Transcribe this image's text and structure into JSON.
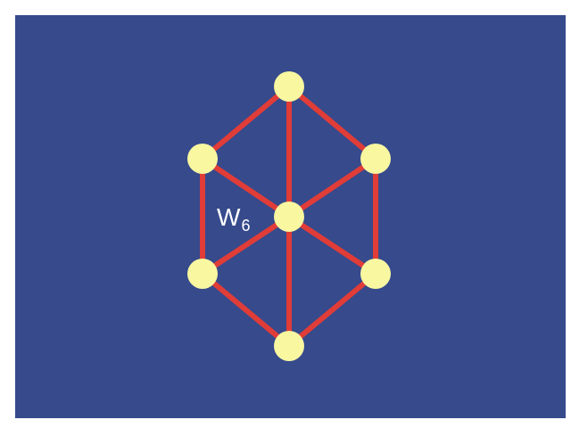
{
  "diagram": {
    "colors": {
      "background": "#364a8c",
      "edge": "#e03c38",
      "node": "#f9f7a0",
      "label": "#ffffff"
    },
    "label": {
      "base": "W",
      "subscript": "6"
    },
    "nodes": [
      {
        "id": "hub"
      },
      {
        "id": "top"
      },
      {
        "id": "upper-right"
      },
      {
        "id": "lower-right"
      },
      {
        "id": "bottom"
      },
      {
        "id": "lower-left"
      },
      {
        "id": "upper-left"
      }
    ],
    "edges": [
      [
        "top",
        "upper-right"
      ],
      [
        "upper-right",
        "lower-right"
      ],
      [
        "lower-right",
        "bottom"
      ],
      [
        "bottom",
        "lower-left"
      ],
      [
        "lower-left",
        "upper-left"
      ],
      [
        "upper-left",
        "top"
      ],
      [
        "hub",
        "top"
      ],
      [
        "hub",
        "upper-right"
      ],
      [
        "hub",
        "lower-right"
      ],
      [
        "hub",
        "bottom"
      ],
      [
        "hub",
        "lower-left"
      ],
      [
        "hub",
        "upper-left"
      ]
    ]
  }
}
